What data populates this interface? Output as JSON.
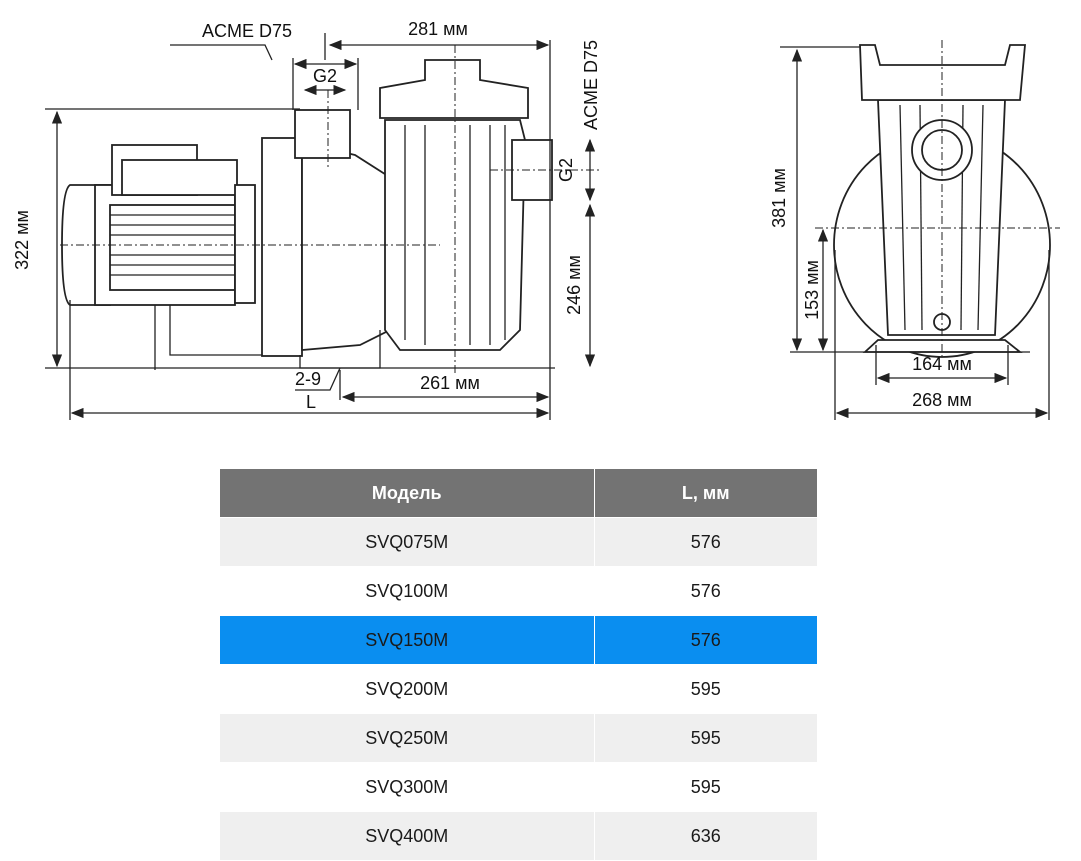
{
  "drawing": {
    "side_view": {
      "outlet_thread": "ACME D75",
      "outlet_size": "G2",
      "width_top": "281 мм",
      "inlet_thread": "ACME D75",
      "inlet_size": "G2",
      "height_total": "322 мм",
      "inlet_height": "246 мм",
      "foot_holes": "2-9",
      "base_length": "261 мм",
      "length_label": "L"
    },
    "front_view": {
      "height_total": "381 мм",
      "axis_height": "153 мм",
      "foot_spacing": "164 мм",
      "width_total": "268 мм"
    }
  },
  "table": {
    "headers": [
      "Модель",
      "L, мм"
    ],
    "rows": [
      {
        "model": "SVQ075M",
        "length": "576"
      },
      {
        "model": "SVQ100M",
        "length": "576"
      },
      {
        "model": "SVQ150M",
        "length": "576"
      },
      {
        "model": "SVQ200M",
        "length": "595"
      },
      {
        "model": "SVQ250M",
        "length": "595"
      },
      {
        "model": "SVQ300M",
        "length": "595"
      },
      {
        "model": "SVQ400M",
        "length": "636"
      }
    ],
    "highlight_color": "#0a8ef0",
    "header_color": "#737373"
  }
}
